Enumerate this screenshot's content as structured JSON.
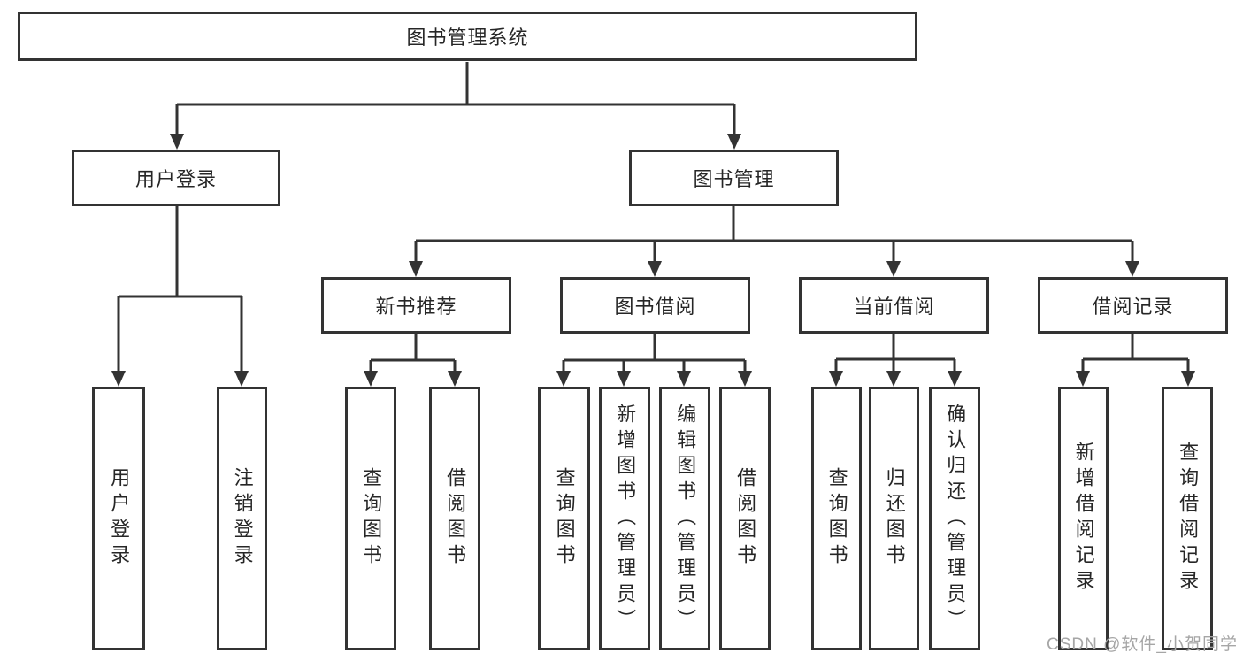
{
  "tree": {
    "label": "图书管理系统",
    "children": [
      {
        "label": "用户登录",
        "children": [
          {
            "label": "用户登录"
          },
          {
            "label": "注销登录"
          }
        ]
      },
      {
        "label": "图书管理",
        "children": [
          {
            "label": "新书推荐",
            "children": [
              {
                "label": "查询图书"
              },
              {
                "label": "借阅图书"
              }
            ]
          },
          {
            "label": "图书借阅",
            "children": [
              {
                "label": "查询图书"
              },
              {
                "label": "新增图书（管理员）"
              },
              {
                "label": "编辑图书（管理员）"
              },
              {
                "label": "借阅图书"
              }
            ]
          },
          {
            "label": "当前借阅",
            "children": [
              {
                "label": "查询图书"
              },
              {
                "label": "归还图书"
              },
              {
                "label": "确认归还（管理员）"
              }
            ]
          },
          {
            "label": "借阅记录",
            "children": [
              {
                "label": "新增借阅记录"
              },
              {
                "label": "查询借阅记录"
              }
            ]
          }
        ]
      }
    ]
  },
  "watermark": {
    "text": "CSDN @软件_小贺同学"
  },
  "style": {
    "line_color": "#333333",
    "box_border_color": "#333333",
    "text_color": "#262626",
    "watermark_color": "#a6a6a6",
    "background": "#ffffff"
  }
}
